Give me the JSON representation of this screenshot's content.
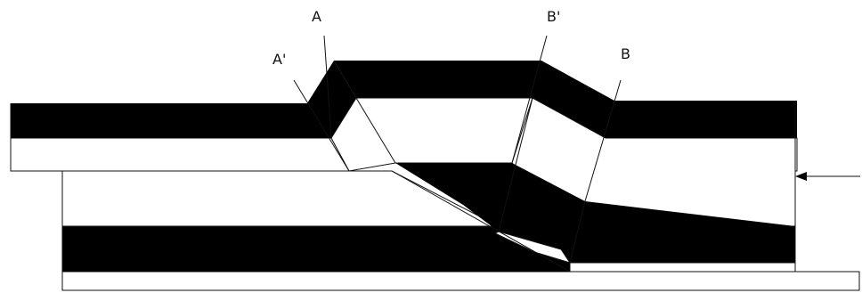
{
  "diagram": {
    "labels": {
      "a": "A",
      "a_prime": "A'",
      "b": "B",
      "b_prime": "B'"
    },
    "colors": {
      "layer_dark": "#000000",
      "layer_light": "#ffffff",
      "outline": "#111111"
    },
    "arrow": {
      "icon": "arrow-left-icon"
    }
  }
}
